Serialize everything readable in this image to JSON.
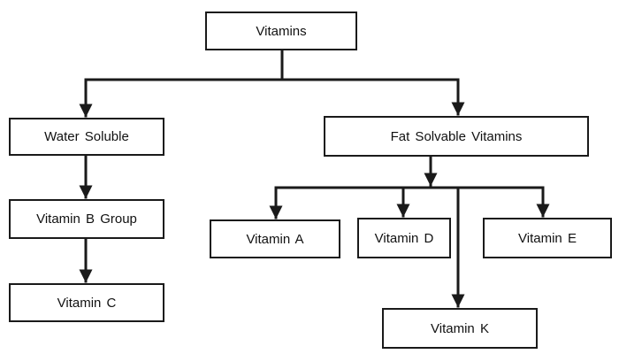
{
  "diagram": {
    "nodes": {
      "root": "Vitamins",
      "water_soluble": "Water Soluble",
      "fat_soluble": "Fat Solvable Vitamins",
      "vitamin_b": "Vitamin B Group",
      "vitamin_c": "Vitamin C",
      "vitamin_a": "Vitamin A",
      "vitamin_d": "Vitamin D",
      "vitamin_e": "Vitamin E",
      "vitamin_k": "Vitamin K"
    },
    "edges": [
      [
        "root",
        "water_soluble"
      ],
      [
        "root",
        "fat_soluble"
      ],
      [
        "water_soluble",
        "vitamin_b"
      ],
      [
        "vitamin_b",
        "vitamin_c"
      ],
      [
        "fat_soluble",
        "vitamin_a"
      ],
      [
        "fat_soluble",
        "vitamin_d"
      ],
      [
        "fat_soluble",
        "vitamin_e"
      ],
      [
        "fat_soluble",
        "vitamin_k"
      ]
    ],
    "line_color": "#1a1a1a"
  }
}
